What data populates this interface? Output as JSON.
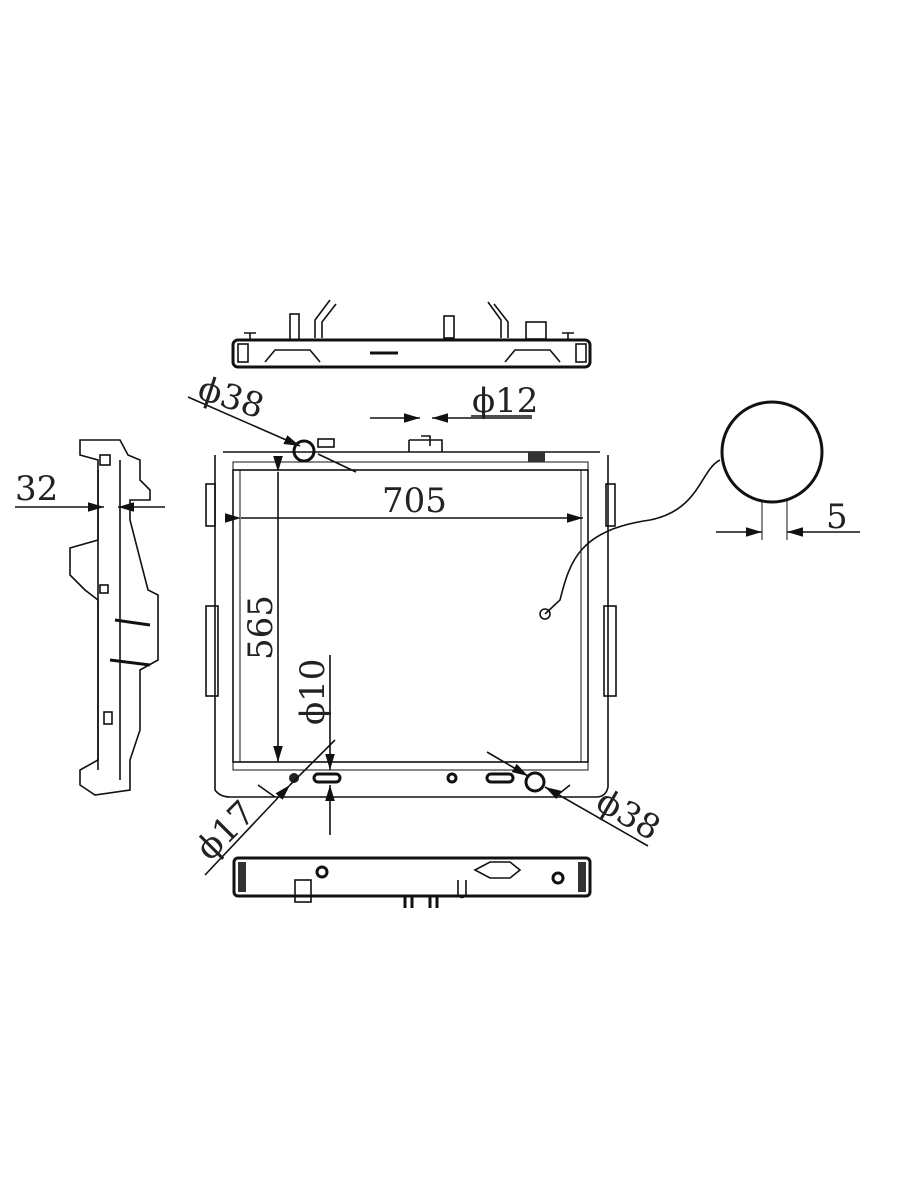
{
  "drawing": {
    "subject": "radiator",
    "dimensions": {
      "inlet_diameter_top": "ϕ38",
      "cap_pipe_diameter": "ϕ12",
      "core_thickness": "32",
      "core_width": "705",
      "core_height": "565",
      "fin_pitch": "5",
      "drain_slot_diameter": "ϕ10",
      "drain_diameter": "ϕ17",
      "outlet_diameter_bottom": "ϕ38"
    },
    "colors": {
      "line": "#111111",
      "background": "#ffffff"
    }
  }
}
